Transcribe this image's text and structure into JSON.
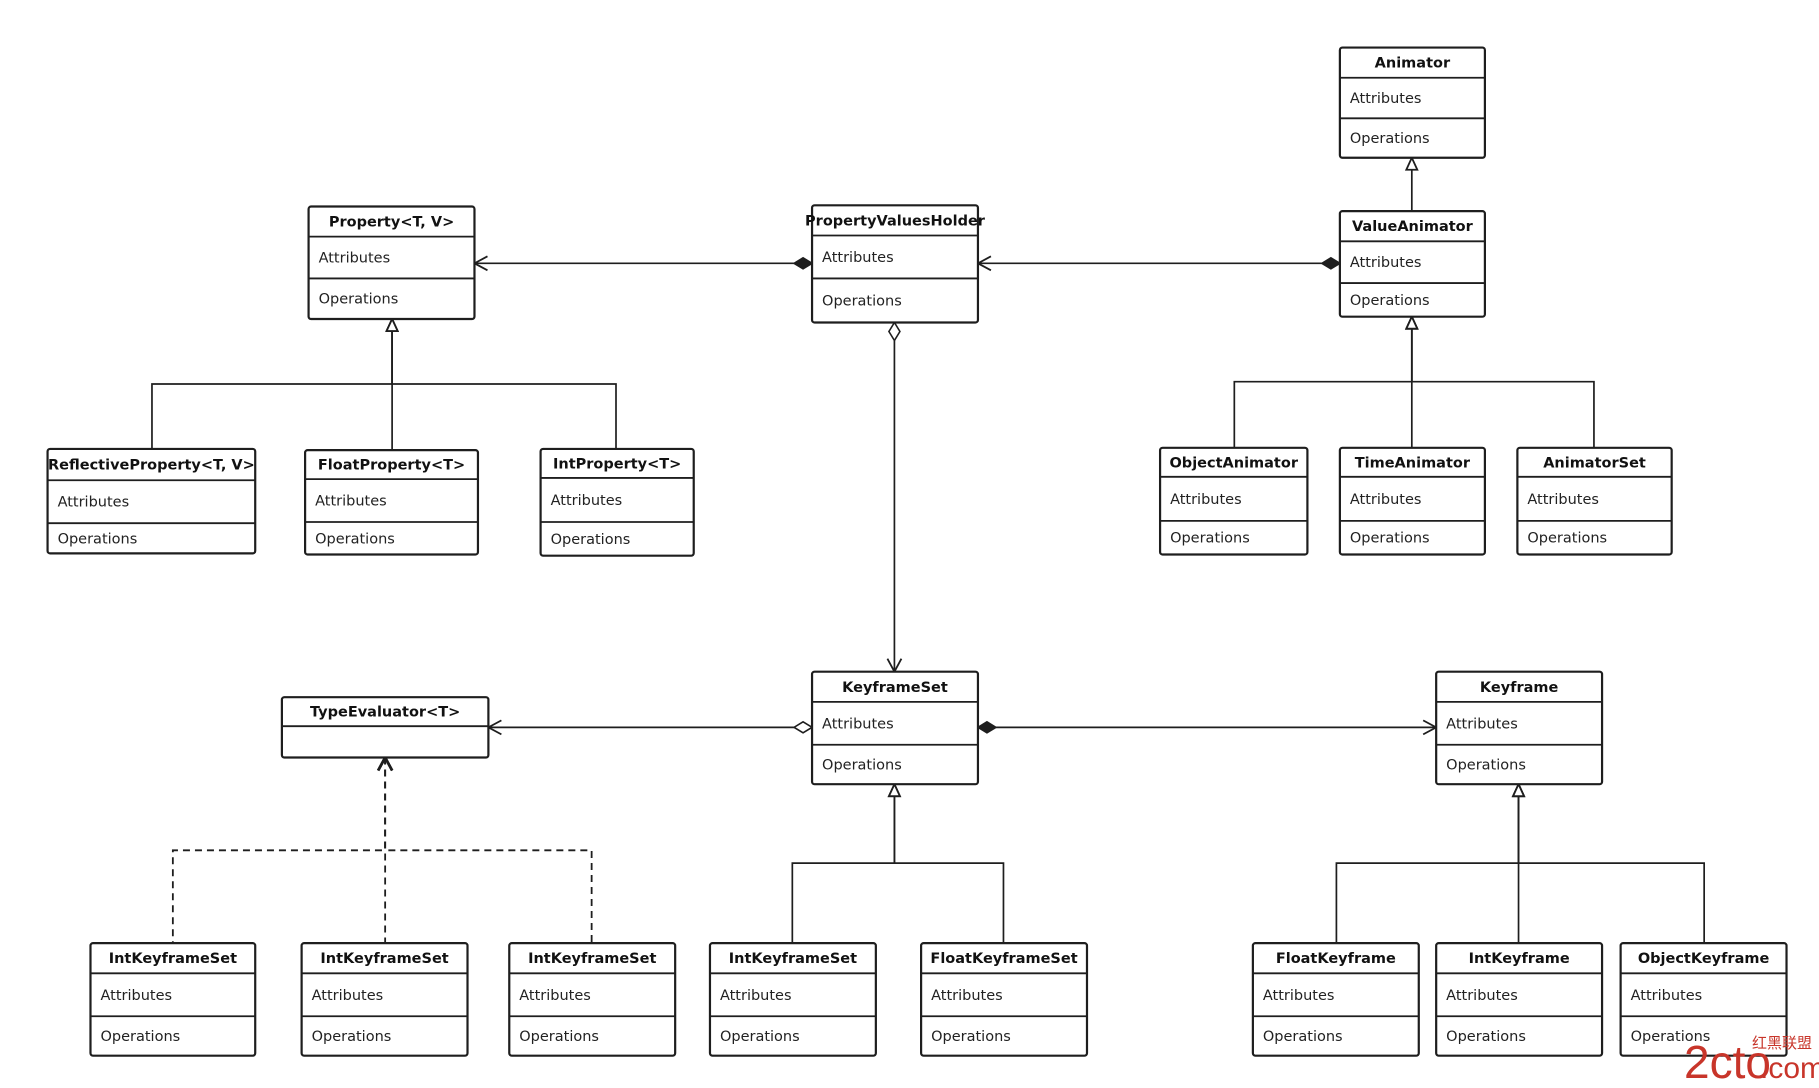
{
  "row_labels": {
    "attributes": "Attributes",
    "operations": "Operations"
  },
  "watermark": {
    "logo": "2cto",
    "domain": ".com",
    "tagline": "红黑联盟"
  },
  "classes": [
    {
      "name": "Animator",
      "type": "class"
    },
    {
      "name": "Property<T, V>",
      "type": "class"
    },
    {
      "name": "PropertyValuesHolder",
      "type": "class"
    },
    {
      "name": "ValueAnimator",
      "type": "class"
    },
    {
      "name": "ReflectiveProperty<T, V>",
      "type": "class"
    },
    {
      "name": "FloatProperty<T>",
      "type": "class"
    },
    {
      "name": "IntProperty<T>",
      "type": "class"
    },
    {
      "name": "ObjectAnimator",
      "type": "class"
    },
    {
      "name": "TimeAnimator",
      "type": "class"
    },
    {
      "name": "AnimatorSet",
      "type": "class"
    },
    {
      "name": "TypeEvaluator<T>",
      "type": "interface"
    },
    {
      "name": "KeyframeSet",
      "type": "class"
    },
    {
      "name": "Keyframe",
      "type": "class"
    },
    {
      "name": "IntKeyframeSet",
      "type": "class"
    },
    {
      "name": "IntKeyframeSet",
      "type": "class"
    },
    {
      "name": "IntKeyframeSet",
      "type": "class"
    },
    {
      "name": "IntKeyframeSet",
      "type": "class"
    },
    {
      "name": "FloatKeyframeSet",
      "type": "class"
    },
    {
      "name": "FloatKeyframe",
      "type": "class"
    },
    {
      "name": "IntKeyframe",
      "type": "class"
    },
    {
      "name": "ObjectKeyframe",
      "type": "class"
    }
  ],
  "relationships": [
    {
      "from": "ValueAnimator",
      "to": "Animator",
      "kind": "inheritance"
    },
    {
      "from": "PropertyValuesHolder",
      "to": "Property<T, V>",
      "kind": "composition"
    },
    {
      "from": "ValueAnimator",
      "to": "PropertyValuesHolder",
      "kind": "composition"
    },
    {
      "from": "ReflectiveProperty<T, V>",
      "to": "Property<T, V>",
      "kind": "inheritance"
    },
    {
      "from": "FloatProperty<T>",
      "to": "Property<T, V>",
      "kind": "inheritance"
    },
    {
      "from": "IntProperty<T>",
      "to": "Property<T, V>",
      "kind": "inheritance"
    },
    {
      "from": "ObjectAnimator",
      "to": "ValueAnimator",
      "kind": "inheritance"
    },
    {
      "from": "TimeAnimator",
      "to": "ValueAnimator",
      "kind": "inheritance"
    },
    {
      "from": "AnimatorSet",
      "to": "ValueAnimator",
      "kind": "inheritance"
    },
    {
      "from": "PropertyValuesHolder",
      "to": "KeyframeSet",
      "kind": "aggregation"
    },
    {
      "from": "KeyframeSet",
      "to": "TypeEvaluator<T>",
      "kind": "aggregation"
    },
    {
      "from": "KeyframeSet",
      "to": "Keyframe",
      "kind": "composition"
    },
    {
      "from": "IntKeyframeSet",
      "to": "TypeEvaluator<T>",
      "kind": "realization"
    },
    {
      "from": "IntKeyframeSet",
      "to": "TypeEvaluator<T>",
      "kind": "realization"
    },
    {
      "from": "IntKeyframeSet",
      "to": "TypeEvaluator<T>",
      "kind": "realization"
    },
    {
      "from": "IntKeyframeSet",
      "to": "KeyframeSet",
      "kind": "inheritance"
    },
    {
      "from": "FloatKeyframeSet",
      "to": "KeyframeSet",
      "kind": "inheritance"
    },
    {
      "from": "FloatKeyframe",
      "to": "Keyframe",
      "kind": "inheritance"
    },
    {
      "from": "IntKeyframe",
      "to": "Keyframe",
      "kind": "inheritance"
    },
    {
      "from": "ObjectKeyframe",
      "to": "Keyframe",
      "kind": "inheritance"
    }
  ]
}
